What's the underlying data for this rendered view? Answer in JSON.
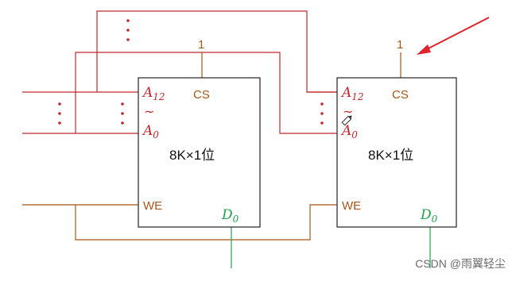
{
  "chips": [
    {
      "addr_high": "A",
      "addr_high_sub": "12",
      "addr_tilde": "~",
      "addr_low": "A",
      "addr_low_sub": "0",
      "cs": "CS",
      "we": "WE",
      "data_pin": "D",
      "data_pin_sub": "0",
      "label": "8K×1位",
      "cs_value": "1"
    },
    {
      "addr_high": "A",
      "addr_high_sub": "12",
      "addr_tilde": "~",
      "addr_low": "A",
      "addr_low_sub": "0",
      "cs": "CS",
      "we": "WE",
      "data_pin": "D",
      "data_pin_sub": "0",
      "label": "8K×1位",
      "cs_value": "1"
    }
  ],
  "ellipsis": "⋮",
  "watermark": "CSDN @雨翼轻尘",
  "colors": {
    "address_bus": "#c0282d",
    "control_bus": "#a5561b",
    "data_line": "#22a04a",
    "arrow": "#e0242b"
  }
}
